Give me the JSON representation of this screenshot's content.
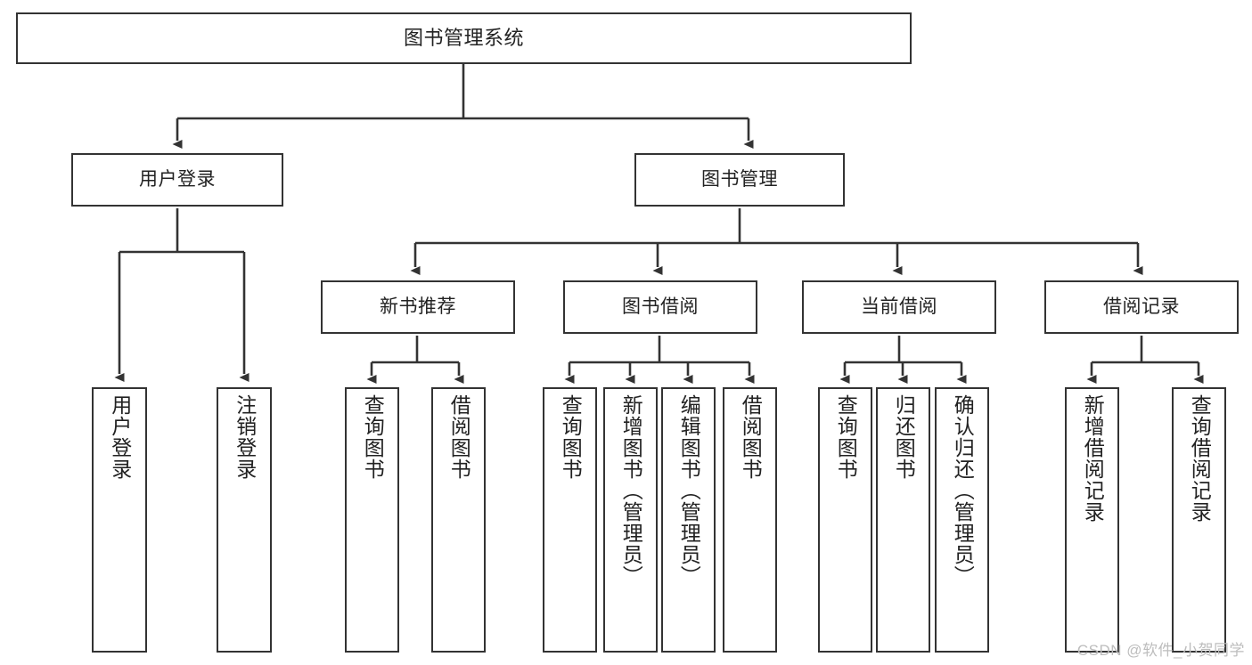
{
  "diagram": {
    "title": "图书管理系统",
    "type": "tree-hierarchy-chart",
    "colors": {
      "box_border": "#333333",
      "box_fill": "#ffffff",
      "edge": "#333333",
      "text": "#222222",
      "watermark": "#bdbdbd",
      "background": "#ffffff"
    },
    "watermark": "CSDN @软件_小贺同学"
  },
  "nodes": {
    "root": {
      "label": "图书管理系统"
    },
    "level1": [
      {
        "id": "user-login",
        "label": "用户登录"
      },
      {
        "id": "book-manage",
        "label": "图书管理"
      }
    ],
    "level2": [
      {
        "id": "new-book-recommend",
        "label": "新书推荐"
      },
      {
        "id": "book-borrow",
        "label": "图书借阅"
      },
      {
        "id": "current-borrow",
        "label": "当前借阅"
      },
      {
        "id": "borrow-record",
        "label": "借阅记录"
      }
    ],
    "leaves": {
      "user-login": [
        {
          "id": "leaf-user-login",
          "label": "用户登录"
        },
        {
          "id": "leaf-logout-login",
          "label": "注销登录"
        }
      ],
      "new-book-recommend": [
        {
          "id": "leaf-query-book-1",
          "label": "查询图书"
        },
        {
          "id": "leaf-borrow-book-1",
          "label": "借阅图书"
        }
      ],
      "book-borrow": [
        {
          "id": "leaf-query-book-2",
          "label": "查询图书"
        },
        {
          "id": "leaf-add-book-admin",
          "label": "新增图书（管理员）"
        },
        {
          "id": "leaf-edit-book-admin",
          "label": "编辑图书（管理员）"
        },
        {
          "id": "leaf-borrow-book-2",
          "label": "借阅图书"
        }
      ],
      "current-borrow": [
        {
          "id": "leaf-query-book-3",
          "label": "查询图书"
        },
        {
          "id": "leaf-return-book",
          "label": "归还图书"
        },
        {
          "id": "leaf-confirm-return-admin",
          "label": "确认归还（管理员）"
        }
      ],
      "borrow-record": [
        {
          "id": "leaf-add-borrow-record",
          "label": "新增借阅记录"
        },
        {
          "id": "leaf-query-borrow-record",
          "label": "查询借阅记录"
        }
      ]
    }
  }
}
